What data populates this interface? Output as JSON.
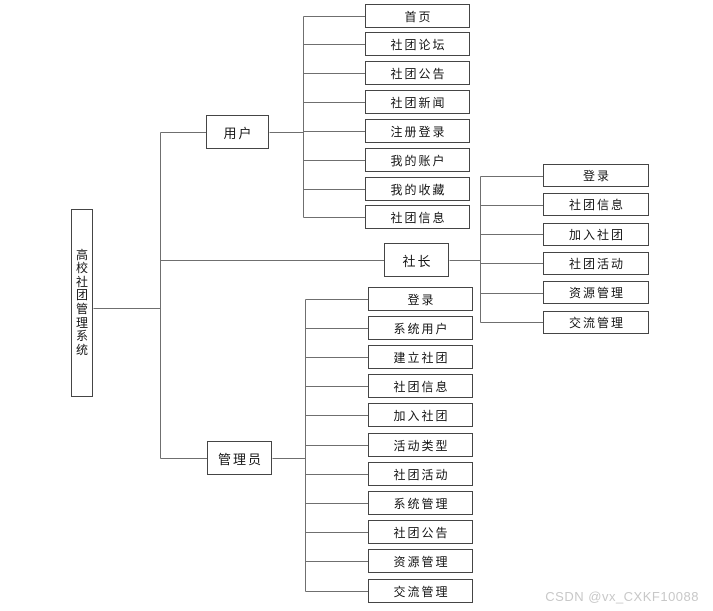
{
  "diagram": {
    "root": {
      "label": "高校社团管理系统"
    },
    "branches": [
      {
        "key": "user",
        "label": "用户",
        "children": [
          "首页",
          "社团论坛",
          "社团公告",
          "社团新闻",
          "注册登录",
          "我的账户",
          "我的收藏",
          "社团信息"
        ]
      },
      {
        "key": "president",
        "label": "社长",
        "children": [
          "登录",
          "社团信息",
          "加入社团",
          "社团活动",
          "资源管理",
          "交流管理"
        ]
      },
      {
        "key": "admin",
        "label": "管理员",
        "children": [
          "登录",
          "系统用户",
          "建立社团",
          "社团信息",
          "加入社团",
          "活动类型",
          "社团活动",
          "系统管理",
          "社团公告",
          "资源管理",
          "交流管理"
        ]
      }
    ],
    "colors": {
      "background": "#ffffff",
      "line": "#6f6f6f",
      "box_border": "#454545",
      "text": "#141414",
      "watermark": "#c8c8c8"
    }
  },
  "watermark": {
    "text": "CSDN @vx_CXKF10088"
  }
}
